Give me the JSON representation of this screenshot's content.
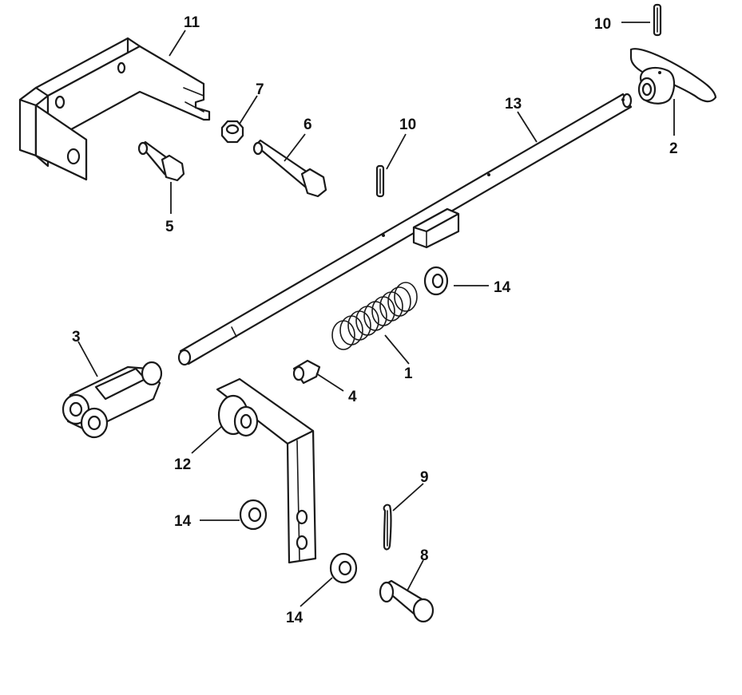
{
  "callouts": {
    "c1": "1",
    "c2": "2",
    "c3": "3",
    "c4": "4",
    "c5": "5",
    "c6": "6",
    "c7": "7",
    "c8": "8",
    "c9": "9",
    "c10a": "10",
    "c10b": "10",
    "c11": "11",
    "c12": "12",
    "c13": "13",
    "c14a": "14",
    "c14b": "14",
    "c14c": "14"
  },
  "colors": {
    "line": "#1a1a1a",
    "background": "#ffffff"
  }
}
